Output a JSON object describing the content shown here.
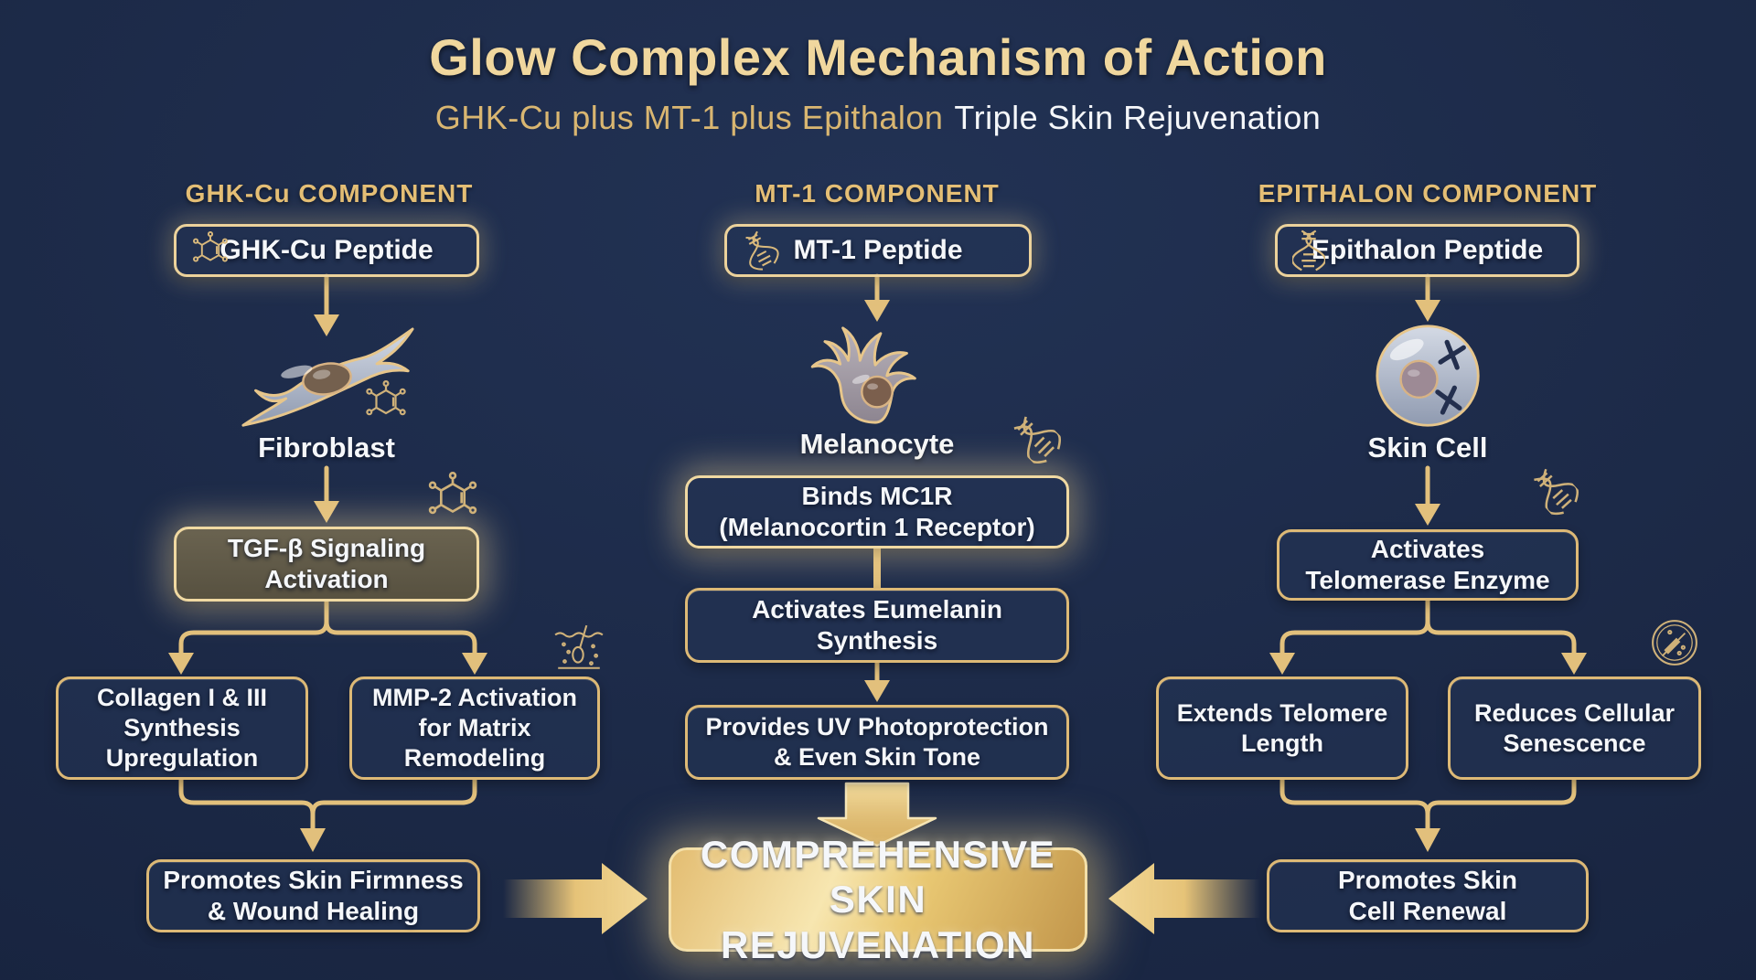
{
  "title": "Glow Complex Mechanism of Action",
  "subtitle_highlight": "GHK-Cu plus MT-1 plus Epithalon",
  "subtitle_rest": "Triple Skin Rejuvenation",
  "columns": {
    "ghk": {
      "header": "GHK-Cu COMPONENT",
      "peptide": "GHK-Cu Peptide",
      "cell": "Fibroblast",
      "activation": "TGF-β Signaling\nActivation",
      "branch_left": "Collagen I & III\nSynthesis\nUpregulation",
      "branch_right": "MMP-2 Activation\nfor Matrix\nRemodeling",
      "outcome": "Promotes Skin Firmness\n& Wound Healing"
    },
    "mt1": {
      "header": "MT-1 COMPONENT",
      "peptide": "MT-1 Peptide",
      "cell": "Melanocyte",
      "step1": "Binds MC1R\n(Melanocortin 1 Receptor)",
      "step2": "Activates Eumelanin\nSynthesis",
      "step3": "Provides UV Photoprotection\n& Even Skin Tone"
    },
    "epithalon": {
      "header": "EPITHALON COMPONENT",
      "peptide": "Epithalon Peptide",
      "cell": "Skin Cell",
      "activation": "Activates\nTelomerase Enzyme",
      "branch_left": "Extends Telomere\nLength",
      "branch_right": "Reduces Cellular\nSenescence",
      "outcome": "Promotes Skin\nCell Renewal"
    }
  },
  "result": "COMPREHENSIVE\nSKIN REJUVENATION",
  "icons": {
    "molecule": "molecule-icon",
    "dna": "dna-helix-icon",
    "follicle": "skin-follicle-icon",
    "syringe_badge": "syringe-badge-icon"
  },
  "colors": {
    "gold": "#e2c07c",
    "gold-bright": "#f0d79e",
    "gold-deep": "#c89b52",
    "navy": "#1b2845",
    "olive": "#5f5844"
  }
}
